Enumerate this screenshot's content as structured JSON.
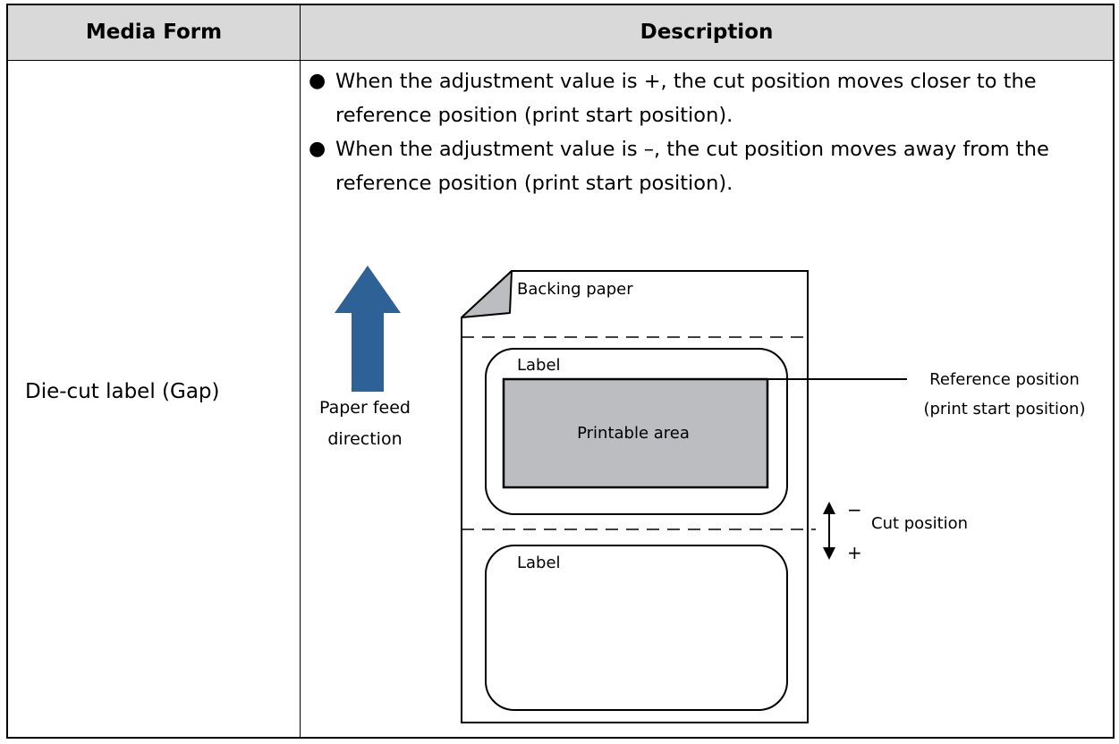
{
  "table": {
    "headers": [
      "Media Form",
      "Description"
    ],
    "media_form": "Die-cut label (Gap)",
    "bullets": [
      "When the adjustment value is +, the cut position moves closer to the reference position (print start position).",
      "When the adjustment value is –, the cut position moves away from the reference position (print start position)."
    ]
  },
  "diagram": {
    "feed_label_line1": "Paper feed",
    "feed_label_line2": "direction",
    "backing_paper": "Backing paper",
    "label_top": "Label",
    "printable_area": "Printable area",
    "label_bottom": "Label",
    "reference_line1": "Reference position",
    "reference_line2": "(print start position)",
    "cut_position": "Cut position",
    "minus_sign": "−",
    "plus_sign": "+"
  },
  "colors": {
    "header_bg": "#d9d9d9",
    "arrow_blue": "#2e6196",
    "printable_gray": "#bcbdc0",
    "fold_gray": "#bcbdc0"
  }
}
